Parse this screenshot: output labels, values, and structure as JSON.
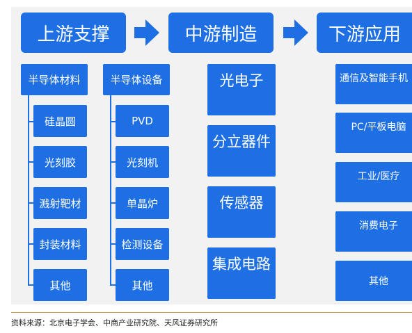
{
  "stages": {
    "upstream": "上游支撑",
    "midstream": "中游制造",
    "downstream": "下游应用"
  },
  "upstream": {
    "materials": {
      "title": "半导体材料",
      "items": [
        "硅晶圆",
        "光刻胶",
        "溅射靶材",
        "封装材料",
        "其他"
      ]
    },
    "equipment": {
      "title": "半导体设备",
      "items": [
        "PVD",
        "光刻机",
        "单晶炉",
        "检测设备",
        "其他"
      ]
    }
  },
  "midstream": {
    "items": [
      "光电子",
      "分立器件",
      "传感器",
      "集成电路"
    ]
  },
  "downstream": {
    "items": [
      "通信及智能手机",
      "PC/平板电脑",
      "工业/医疗",
      "消费电子",
      "其他"
    ]
  },
  "source": "资料来源：北京电子学会、中商产业研究院、天风证券研究所",
  "colors": {
    "box": "#1d6fe3",
    "panel": "#f2f2f2",
    "text": "#ffffff"
  }
}
